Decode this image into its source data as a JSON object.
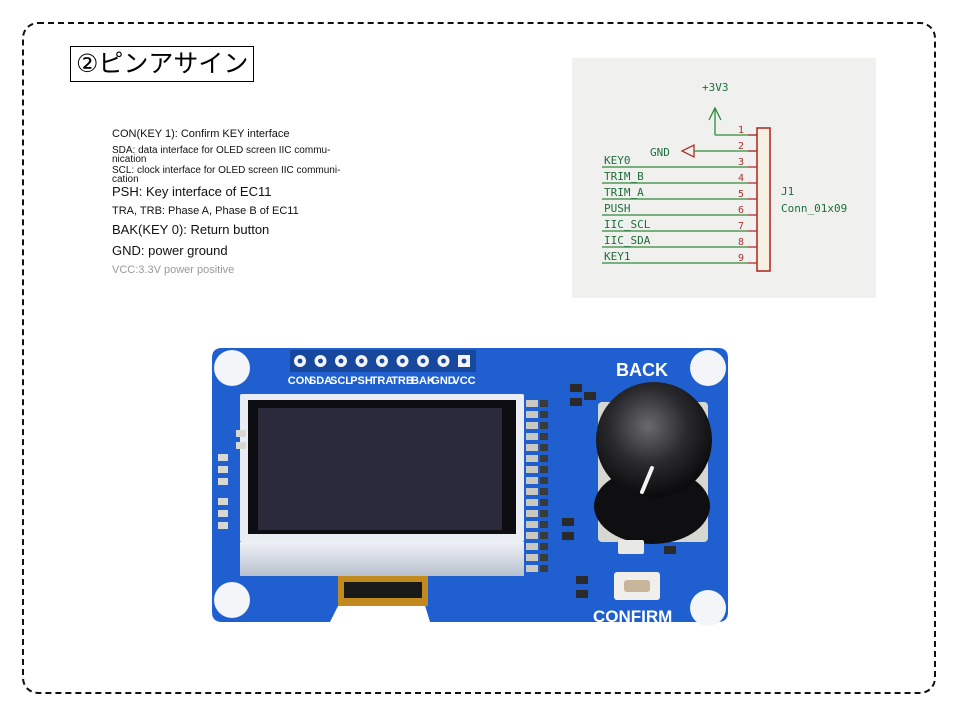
{
  "section_title": "②ピンアサイン",
  "pin_notes": [
    "CON(KEY 1): Confirm KEY interface",
    "SDA: data interface for OLED screen IIC commu-",
    "nication",
    "SCL: clock interface for OLED screen IIC communi-",
    "cation",
    "PSH: Key interface of EC11",
    "TRA, TRB: Phase A, Phase B of EC11",
    "BAK(KEY 0): Return button",
    "GND: power ground",
    "VCC:3.3V power positive"
  ],
  "schematic": {
    "power_label": "+3V3",
    "gnd_label": "GND",
    "ref": "J1",
    "value": "Conn_01x09",
    "pins": [
      {
        "num": "1",
        "net": ""
      },
      {
        "num": "2",
        "net": ""
      },
      {
        "num": "3",
        "net": "KEY0"
      },
      {
        "num": "4",
        "net": "TRIM_B"
      },
      {
        "num": "5",
        "net": "TRIM_A"
      },
      {
        "num": "6",
        "net": "PUSH"
      },
      {
        "num": "7",
        "net": "IIC_SCL"
      },
      {
        "num": "8",
        "net": "IIC_SDA"
      },
      {
        "num": "9",
        "net": "KEY1"
      }
    ],
    "colors": {
      "wire": "#2e8b3a",
      "label": "#1f6e3a",
      "body": "#b0302a",
      "pin_num": "#b0302a",
      "gnd": "#b0302a"
    }
  },
  "board": {
    "header_labels": [
      "CON",
      "SDA",
      "SCL",
      "PSH",
      "TRA",
      "TRB",
      "BAK",
      "GND",
      "VCC"
    ],
    "back_label": "BACK",
    "confirm_label": "CONFIRM",
    "colors": {
      "pcb": "#1f5fd0",
      "pcb_dark": "#17489e",
      "screen": "#2b2a3c",
      "knob": "#1a1a1c",
      "silk": "#ffffff"
    }
  }
}
